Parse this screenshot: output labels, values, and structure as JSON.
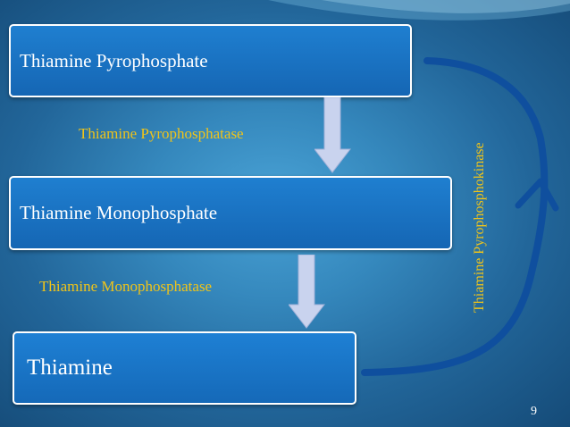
{
  "boxes": {
    "thiamine_pyrophosphate": "Thiamine Pyrophosphate",
    "thiamine_monophosphate": "Thiamine Monophosphate",
    "thiamine": "Thiamine"
  },
  "enzymes": {
    "pyrophosphatase": "Thiamine Pyrophosphatase",
    "monophosphatase": "Thiamine Monophosphatase",
    "pyrophosphokinase": "Thiamine Pyrophosphokinase"
  },
  "page_number": "9",
  "colors": {
    "box_fill": "#1a72c2",
    "box_border": "#ffffff",
    "enzyme_text": "#f0c419",
    "down_arrow": "#c9d3ee",
    "loop_arrow": "#0f4f9e",
    "background": "#2f7fb8"
  }
}
